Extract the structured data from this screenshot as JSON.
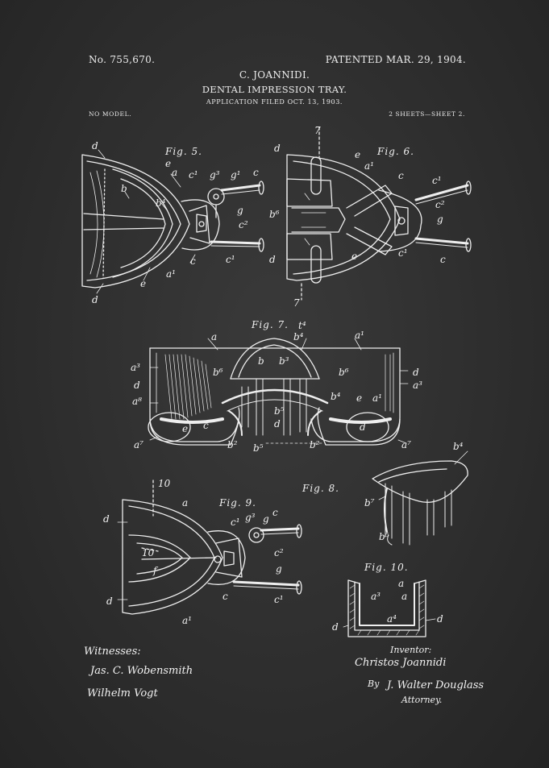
{
  "header": {
    "patent_number": "No. 755,670.",
    "patent_date": "PATENTED MAR. 29, 1904.",
    "inventor": "C. JOANNIDI.",
    "title": "DENTAL IMPRESSION TRAY.",
    "filed": "APPLICATION FILED OCT. 13, 1903.",
    "model": "NO MODEL.",
    "sheets": "2 SHEETS—SHEET 2."
  },
  "figures": {
    "fig5": "Fig. 5.",
    "fig6": "Fig. 6.",
    "fig7": "Fig. 7.",
    "fig8": "Fig. 8.",
    "fig9": "Fig. 9.",
    "fig10": "Fig. 10."
  },
  "signatures": {
    "witnesses_label": "Witnesses:",
    "witness_1": "Jas. C. Wobensmith",
    "witness_2": "Wilhelm Vogt",
    "inventor_label": "Inventor:",
    "inventor_name": "Christos Joannidi",
    "by": "By",
    "attorney_name": "J. Walter Douglass",
    "attorney_label": "Attorney."
  },
  "colors": {
    "background": "#2c2c2c",
    "ink": "#ececec"
  }
}
